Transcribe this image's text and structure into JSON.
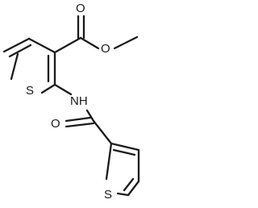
{
  "molecule": {
    "atoms": {
      "carbonyl_o_ester": "O",
      "ether_o": "O",
      "ring1_s": "S",
      "amide_nh": "NH",
      "amide_o": "O",
      "ring2_s": "S"
    }
  }
}
